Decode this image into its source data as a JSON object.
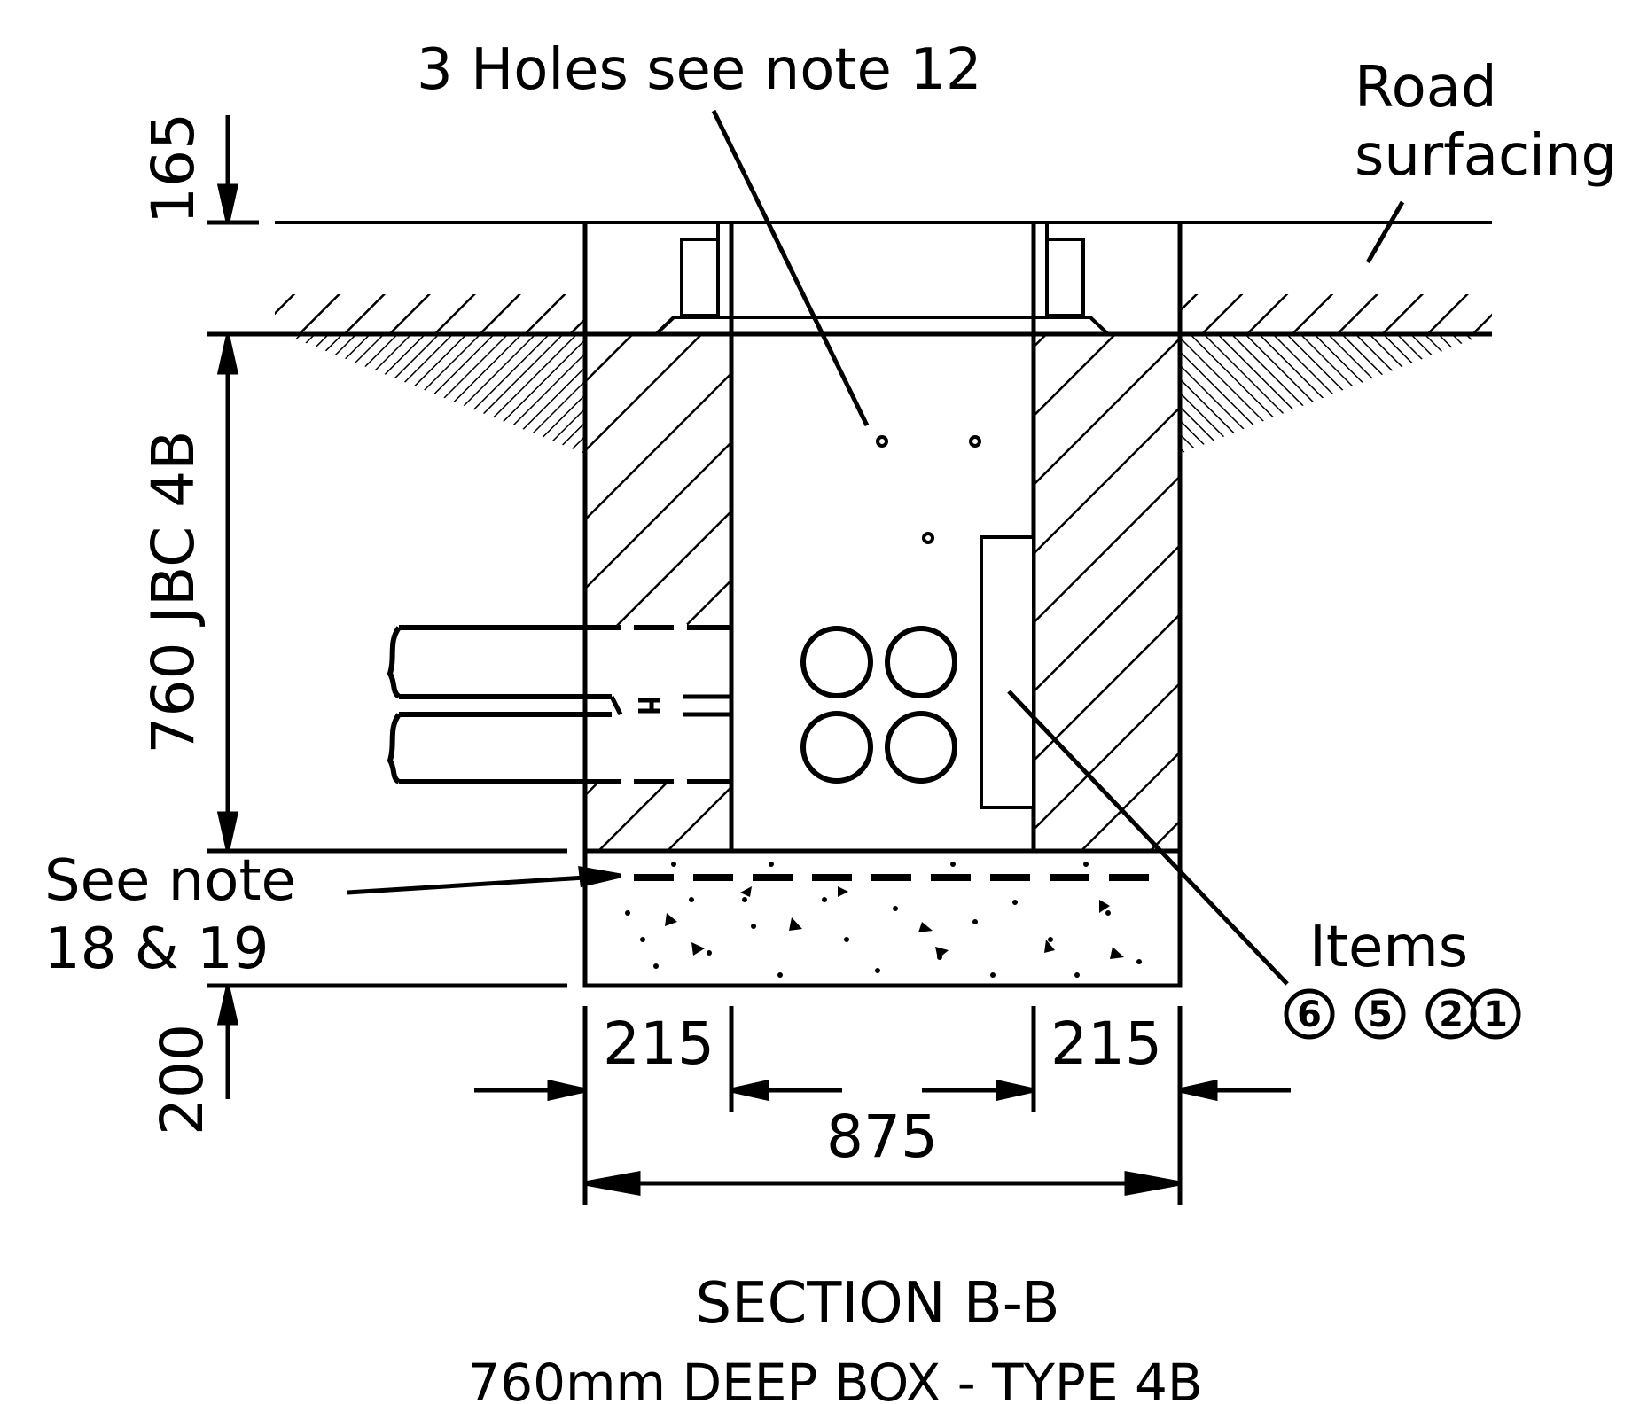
{
  "colors": {
    "ink": "#000000",
    "paper": "#ffffff"
  },
  "labels": {
    "holes_note": "3 Holes see note 12",
    "road_surfacing_line1": "Road",
    "road_surfacing_line2": "surfacing",
    "see_note_line1": "See note",
    "see_note_line2": "18 & 19",
    "items": "Items"
  },
  "item_numbers": [
    "6",
    "5",
    "2",
    "1"
  ],
  "dimensions": {
    "top_depth": "165",
    "box_depth": "760 JBC 4B",
    "base_depth": "200",
    "wall_left": "215",
    "wall_right": "215",
    "overall_width": "875"
  },
  "title": {
    "line1": "SECTION B-B",
    "line2": "760mm DEEP BOX - TYPE 4B"
  }
}
